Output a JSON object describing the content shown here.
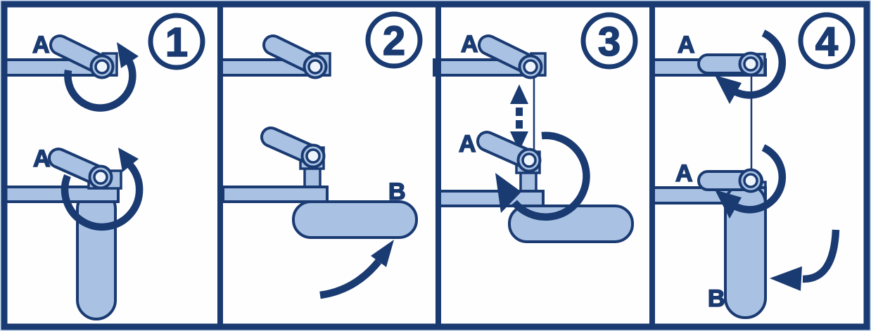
{
  "colors": {
    "outline": "#1a3a72",
    "part_fill": "#a9c2e3",
    "pivot_inner": "#eef4fb",
    "panel_bg": "#fefefe",
    "page_edge": "#cfe0f3"
  },
  "panels": [
    {
      "number": "1",
      "lever_label_top": "A",
      "lever_label_bottom": "A"
    },
    {
      "number": "2",
      "pad_label": "B"
    },
    {
      "number": "3",
      "lever_label_top": "A",
      "lever_label_bottom": "A"
    },
    {
      "number": "4",
      "lever_label_top": "A",
      "lever_label_bottom": "A",
      "handle_label": "B"
    }
  ]
}
